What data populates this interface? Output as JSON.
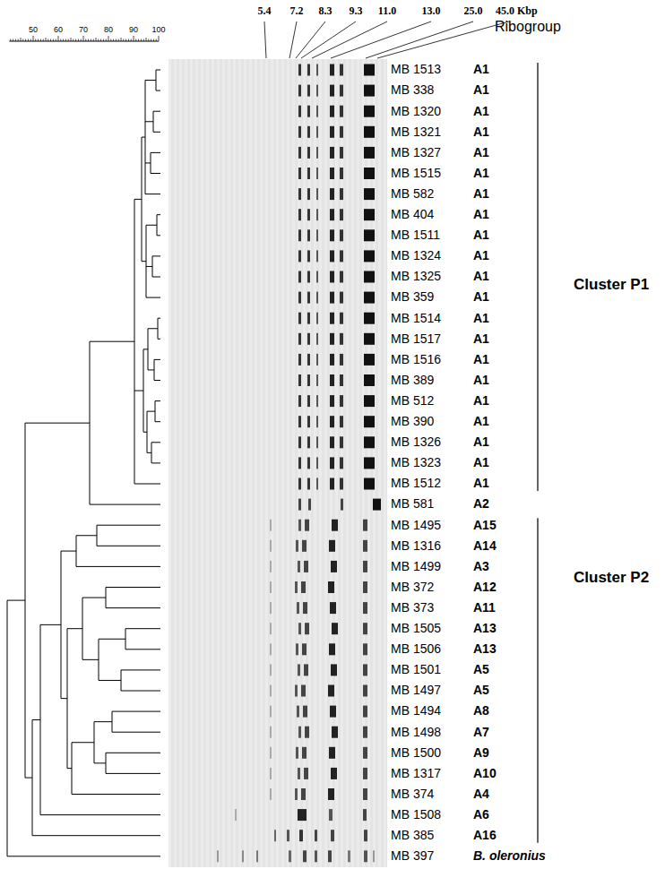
{
  "diagram": {
    "labels": [
      "50",
      "60",
      "70",
      "80",
      "90",
      "100",
      "5.4",
      "7.2",
      "8.3",
      "9.3",
      "11.0",
      "13.0",
      "25.0",
      "45.0 Kbp",
      "Ribogroup",
      "MB 1513",
      "A1",
      "MB 338",
      "A1",
      "MB 1320",
      "A1",
      "MB 1321",
      "A1",
      "MB 1327",
      "A1",
      "MB 1515",
      "A1",
      "MB 582",
      "A1",
      "MB 404",
      "A1",
      "MB 1511",
      "A1",
      "MB 1324",
      "A1",
      "MB 1325",
      "A1",
      "MB 359",
      "A1",
      "MB 1514",
      "A1",
      "MB 1517",
      "A1",
      "MB 1516",
      "A1",
      "MB 389",
      "A1",
      "MB 512",
      "A1",
      "MB 390",
      "A1",
      "MB 1326",
      "A1",
      "MB 1323",
      "A1",
      "MB 1512",
      "A1",
      "MB 581",
      "A2",
      "MB 1495",
      "A15",
      "MB 1316",
      "A14",
      "MB 1499",
      "A3",
      "MB 372",
      "A12",
      "MB 373",
      "A11",
      "MB 1505",
      "A13",
      "MB 1506",
      "A13",
      "MB 1501",
      "A5",
      "MB 1497",
      "A5",
      "MB 1494",
      "A8",
      "MB 1498",
      "A7",
      "MB 1500",
      "A9",
      "MB 1317",
      "A10",
      "MB 374",
      "A4",
      "MB 1508",
      "A6",
      "MB 385",
      "A16",
      "MB 397",
      "B. oleronius",
      "Cluster P1",
      "Cluster P2"
    ]
  }
}
